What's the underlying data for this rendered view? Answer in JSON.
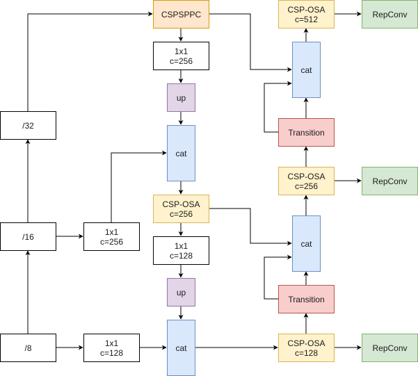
{
  "diagram": {
    "nodes": {
      "s32": {
        "line1": "/32"
      },
      "s16": {
        "line1": "/16"
      },
      "s8": {
        "line1": "/8"
      },
      "c16": {
        "line1": "1x1",
        "line2": "c=256"
      },
      "c8": {
        "line1": "1x1",
        "line2": "c=128"
      },
      "cspsppc": {
        "line1": "CSPSPPC"
      },
      "conv256": {
        "line1": "1x1",
        "line2": "c=256"
      },
      "up1": {
        "line1": "up"
      },
      "cat1": {
        "line1": "cat"
      },
      "osa256a": {
        "line1": "CSP-OSA",
        "line2": "c=256"
      },
      "conv128": {
        "line1": "1x1",
        "line2": "c=128"
      },
      "up2": {
        "line1": "up"
      },
      "cat2": {
        "line1": "cat"
      },
      "osa128": {
        "line1": "CSP-OSA",
        "line2": "c=128"
      },
      "trans1": {
        "line1": "Transition"
      },
      "cat3": {
        "line1": "cat"
      },
      "osa256b": {
        "line1": "CSP-OSA",
        "line2": "c=256"
      },
      "trans2": {
        "line1": "Transition"
      },
      "cat4": {
        "line1": "cat"
      },
      "osa512": {
        "line1": "CSP-OSA",
        "line2": "c=512"
      },
      "rep1": {
        "line1": "RepConv"
      },
      "rep2": {
        "line1": "RepConv"
      },
      "rep3": {
        "line1": "RepConv"
      }
    },
    "colors": {
      "orange_fill": "#ffe6cc",
      "orange_stroke": "#d79b00",
      "yellow_fill": "#fff2cc",
      "yellow_stroke": "#d6b656",
      "green_fill": "#d5e8d4",
      "green_stroke": "#82b366",
      "purple_fill": "#e1d5e7",
      "purple_stroke": "#9673a6",
      "blue_fill": "#dae8fc",
      "blue_stroke": "#6c8ebf",
      "red_fill": "#f8cecc",
      "red_stroke": "#b85450"
    }
  }
}
